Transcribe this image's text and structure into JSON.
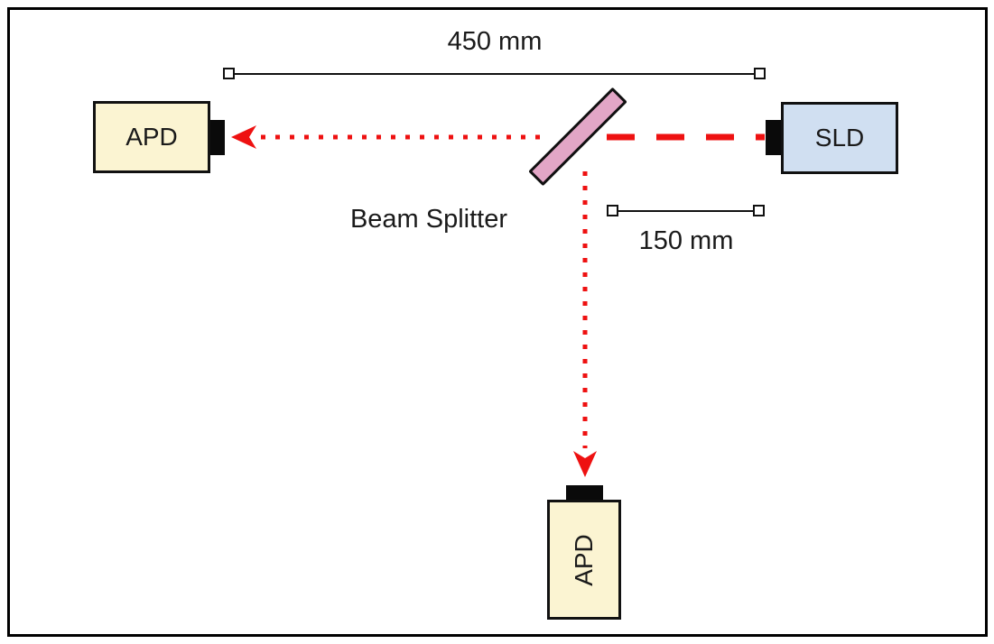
{
  "diagram": {
    "type": "optical-setup-schematic",
    "background": "#ffffff",
    "frame_border_color": "#000000",
    "components": {
      "apd_left": {
        "label": "APD",
        "fill": "#FBF4D2",
        "border": "#111111",
        "aperture_fill": "#0a0a0a"
      },
      "apd_bottom": {
        "label": "APD",
        "fill": "#FBF4D2",
        "border": "#111111",
        "aperture_fill": "#0a0a0a",
        "label_rotation_deg": -90
      },
      "sld": {
        "label": "SLD",
        "fill": "#D0DFF1",
        "border": "#111111",
        "aperture_fill": "#0a0a0a"
      },
      "beam_splitter": {
        "label": "Beam Splitter",
        "fill": "#E2A6C6",
        "border": "#111111",
        "rotation_deg": -45
      }
    },
    "dimensions": {
      "top": {
        "label": "450 mm"
      },
      "right": {
        "label": "150 mm"
      }
    },
    "beams": {
      "color": "#EE1111",
      "sld_to_splitter": {
        "style": "thick-dashed"
      },
      "splitter_to_apd_left": {
        "style": "dotted",
        "arrow": "left"
      },
      "splitter_to_apd_bottom": {
        "style": "dotted",
        "arrow": "down"
      }
    }
  }
}
